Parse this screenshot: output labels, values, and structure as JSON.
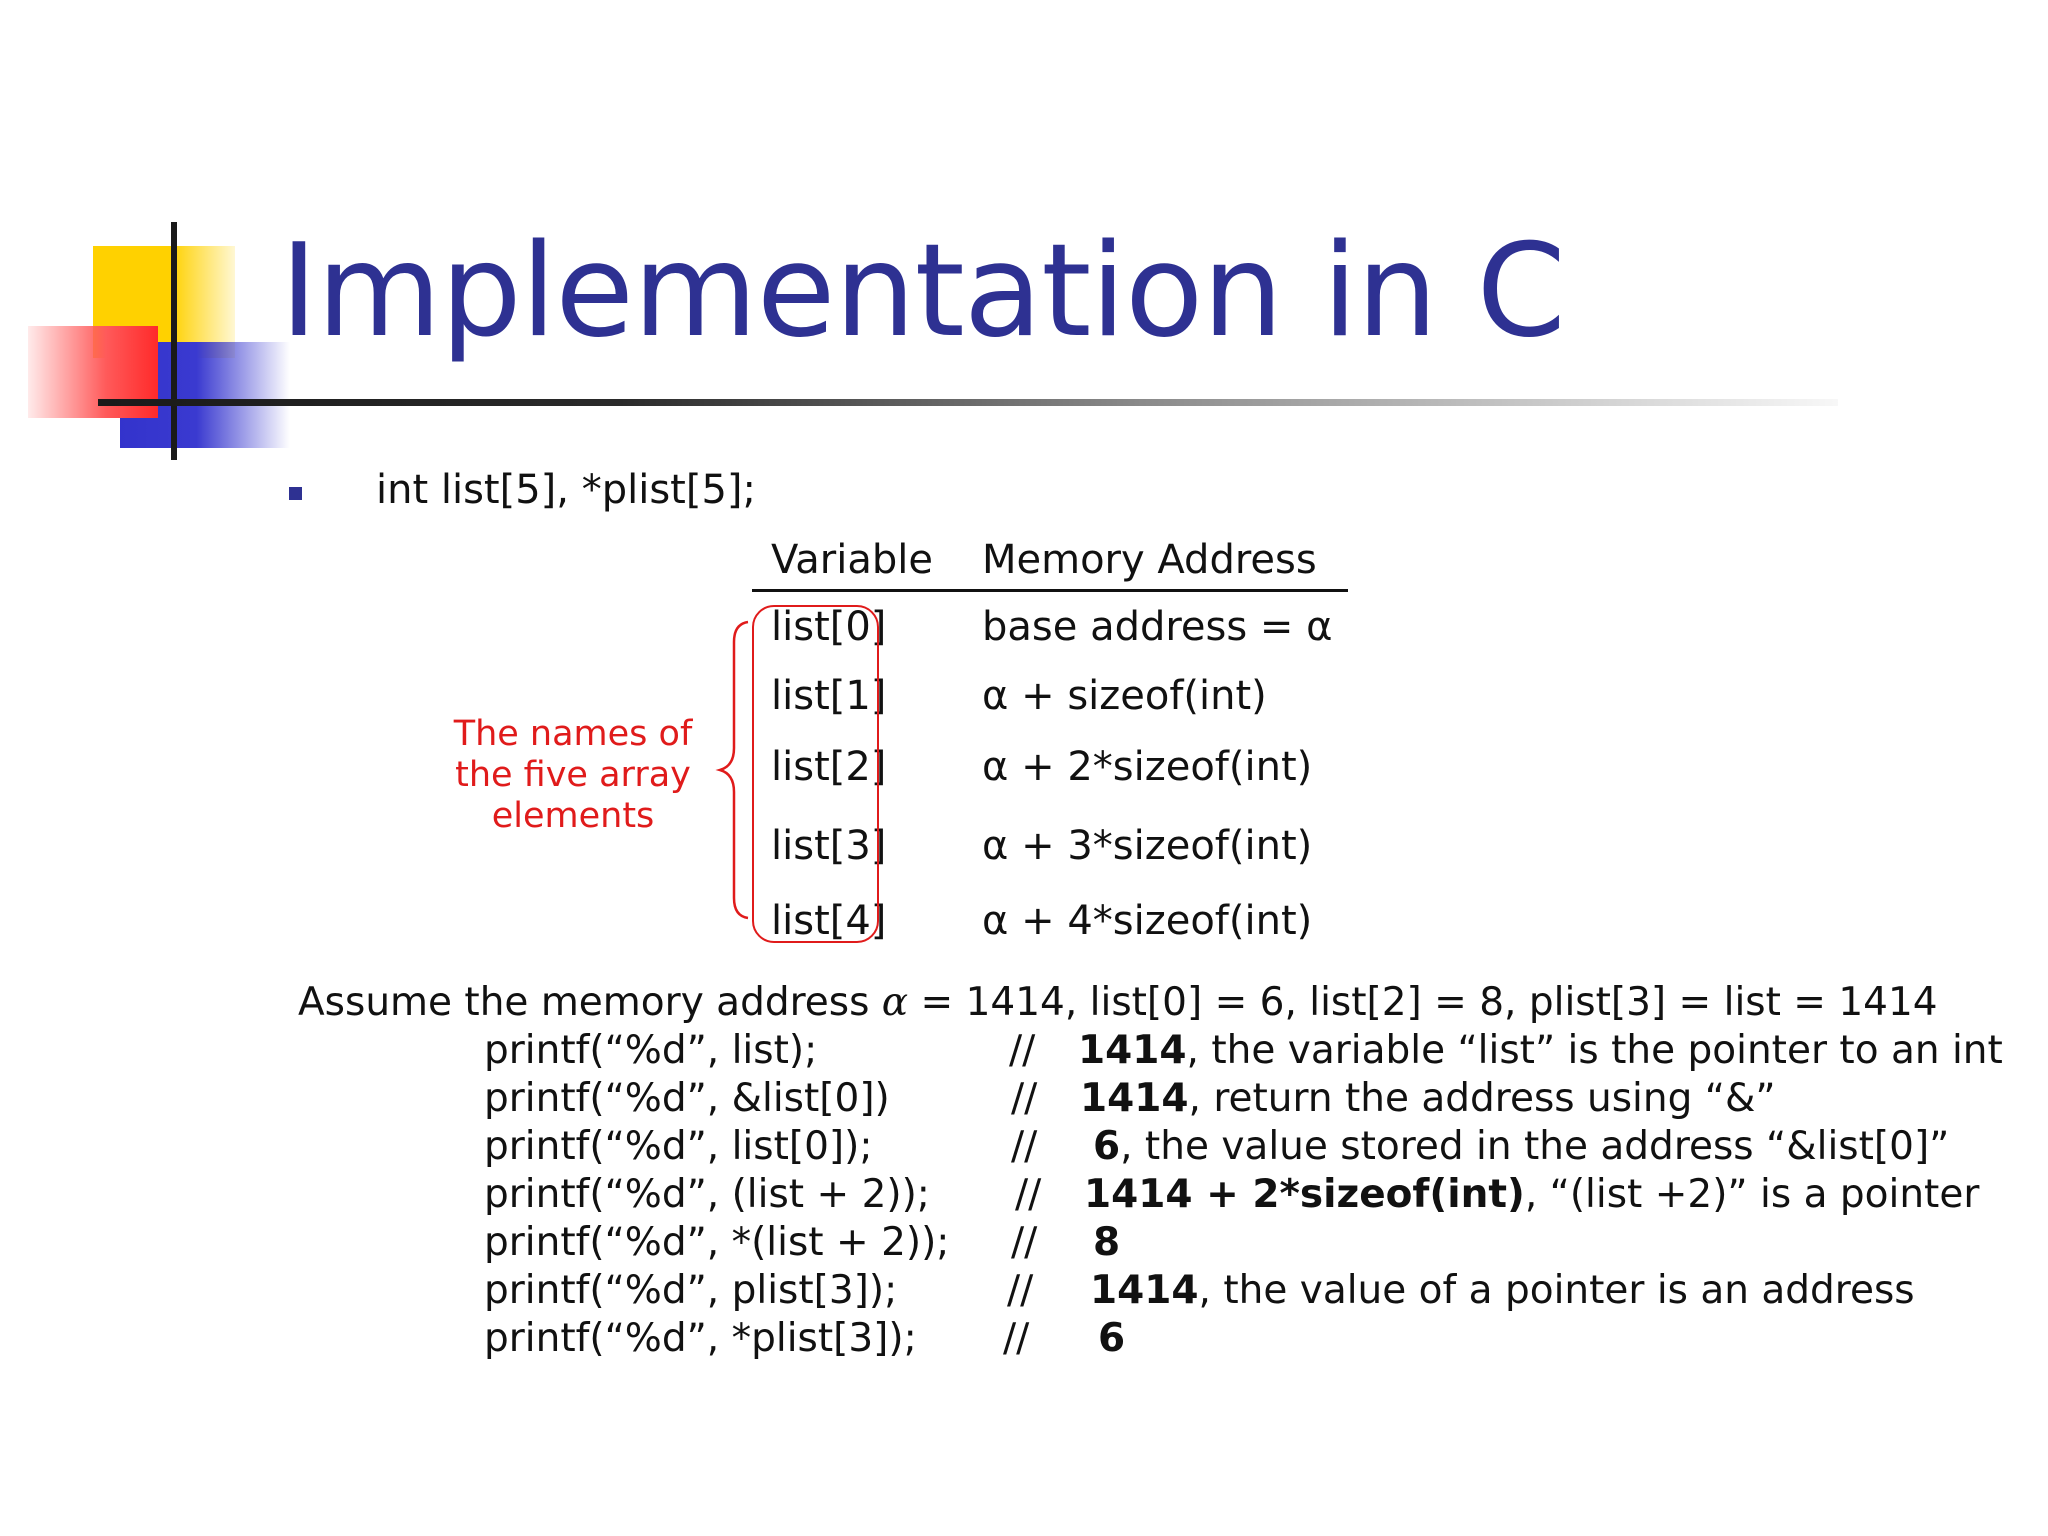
{
  "slide": {
    "title": "Implementation in C",
    "declaration": "int list[5], *plist[5];",
    "table": {
      "headers": {
        "variable": "Variable",
        "address": "Memory Address"
      },
      "rows": [
        {
          "variable": "list[0]",
          "address": "base address = α"
        },
        {
          "variable": "list[1]",
          "address": "α + sizeof(int)"
        },
        {
          "variable": "list[2]",
          "address": "α + 2*sizeof(int)"
        },
        {
          "variable": "list[3]",
          "address": "α + 3*sizeof(int)"
        },
        {
          "variable": "list[4]",
          "address": "α + 4*sizeof(int)"
        }
      ]
    },
    "annotation": [
      "The names of",
      "the five array",
      "elements"
    ],
    "assume": {
      "prefix": "Assume the memory address ",
      "alpha": "α",
      "suffix": " = 1414, list[0] = 6, list[2] = 8, plist[3] = list = 1414"
    },
    "code_lines": [
      {
        "code": "printf(“%d”, list);",
        "slashes": "//",
        "bold": "1414",
        "rest": ", the variable “list” is the pointer to an int"
      },
      {
        "code": "printf(“%d”, &list[0])",
        "slashes": "//",
        "bold": "1414",
        "rest": ", return the address using “&”"
      },
      {
        "code": "printf(“%d”, list[0]);",
        "slashes": "//",
        "bold": "6",
        "rest": ", the value stored in the address “&list[0]”"
      },
      {
        "code": "printf(“%d”, (list + 2));",
        "slashes": "//",
        "bold": "1414 + 2*sizeof(int)",
        "rest": ", “(list +2)” is a pointer"
      },
      {
        "code": "printf(“%d”, *(list + 2));",
        "slashes": "//",
        "bold": "8",
        "rest": ""
      },
      {
        "code": "printf(“%d”, plist[3]);",
        "slashes": "//",
        "bold": "1414",
        "rest": ", the value of a pointer is an address"
      },
      {
        "code": "printf(“%d”, *plist[3]);",
        "slashes": "//",
        "bold": "6",
        "rest": ""
      }
    ],
    "colors": {
      "title": "#2e3192",
      "annotation": "#e01b1b",
      "bullet": "#2e3192"
    }
  }
}
